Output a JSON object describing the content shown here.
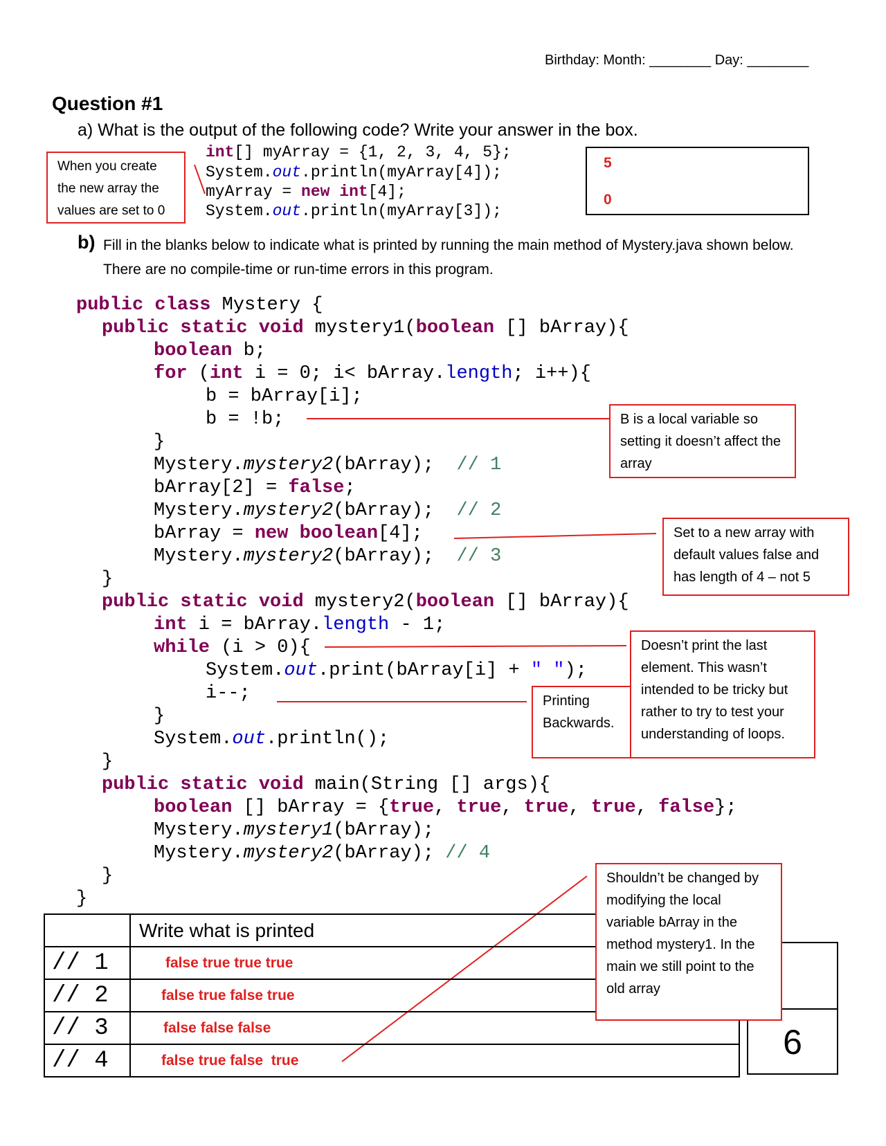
{
  "header": {
    "birthday": "Birthday: Month: ________ Day: ________"
  },
  "question": {
    "title": "Question #1",
    "part_a": {
      "prompt": "a) What is the output of the following code? Write your answer in the box.",
      "note": "When you create the new array the values are set to 0",
      "answers": [
        "5",
        "0"
      ]
    },
    "part_b": {
      "label": "b)",
      "prompt": "Fill in the blanks below to indicate what is printed by running the main method of Mystery.java shown below. There are no compile-time or run-time errors in this program."
    }
  },
  "notes": {
    "local_var": "B is a local variable so setting it doesn’t affect the array",
    "new_array": "Set to a new array with default values false and has length of 4 – not 5",
    "last_element": "Doesn’t print the last element. This wasn’t intended to be tricky but rather to try to test your understanding of loops.",
    "backwards": "Printing Backwards.",
    "old_array": "Shouldn’t be changed by modifying the local variable bArray in the method mystery1. In the main we still point to the old array"
  },
  "table": {
    "header": "Write what is printed",
    "rows": [
      {
        "label": "// 1",
        "answer": "false true true true"
      },
      {
        "label": "// 2",
        "answer": "false true false true"
      },
      {
        "label": "// 3",
        "answer": "false false false"
      },
      {
        "label": "// 4",
        "answer": "false true false  true"
      }
    ]
  },
  "score": "6"
}
